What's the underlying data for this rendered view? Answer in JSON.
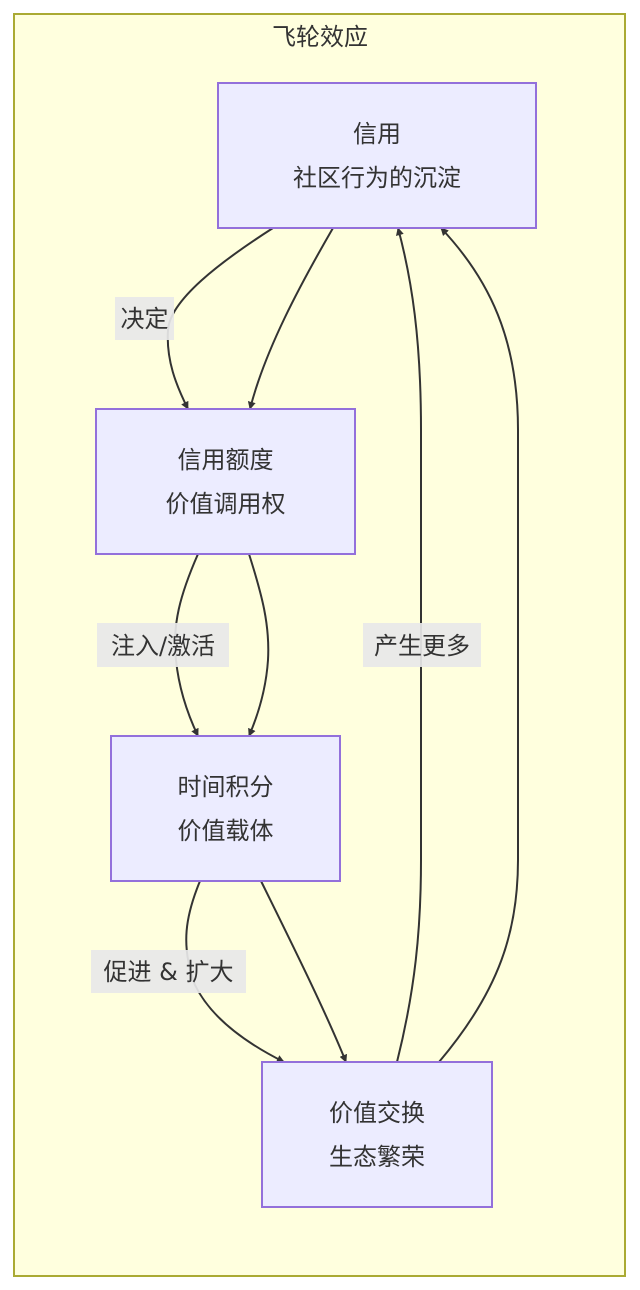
{
  "diagram": {
    "type": "flowchart",
    "direction": "top-to-bottom",
    "cluster": {
      "title": "飞轮效应"
    },
    "colors": {
      "cluster_fill": "#ffffde",
      "cluster_stroke": "#aaaa33",
      "node_fill": "#ececff",
      "node_stroke": "#9370db",
      "edge": "#333333",
      "label_bg": "#e8e8e8",
      "text": "#333333"
    },
    "nodes": [
      {
        "id": "credit",
        "lines": [
          "信用",
          "社区行为的沉淀"
        ]
      },
      {
        "id": "credit_limit",
        "lines": [
          "信用额度",
          "价值调用权"
        ]
      },
      {
        "id": "time_points",
        "lines": [
          "时间积分",
          "价值载体"
        ]
      },
      {
        "id": "value_exchange",
        "lines": [
          "价值交换",
          "生态繁荣"
        ]
      }
    ],
    "edges": [
      {
        "from": "credit",
        "to": "credit_limit",
        "label": "决定"
      },
      {
        "from": "credit",
        "to": "credit_limit",
        "label": ""
      },
      {
        "from": "credit_limit",
        "to": "time_points",
        "label": "注入/激活"
      },
      {
        "from": "credit_limit",
        "to": "time_points",
        "label": ""
      },
      {
        "from": "time_points",
        "to": "value_exchange",
        "label": "促进 & 扩大"
      },
      {
        "from": "time_points",
        "to": "value_exchange",
        "label": ""
      },
      {
        "from": "value_exchange",
        "to": "credit",
        "label": "产生更多"
      },
      {
        "from": "value_exchange",
        "to": "credit",
        "label": ""
      }
    ]
  }
}
